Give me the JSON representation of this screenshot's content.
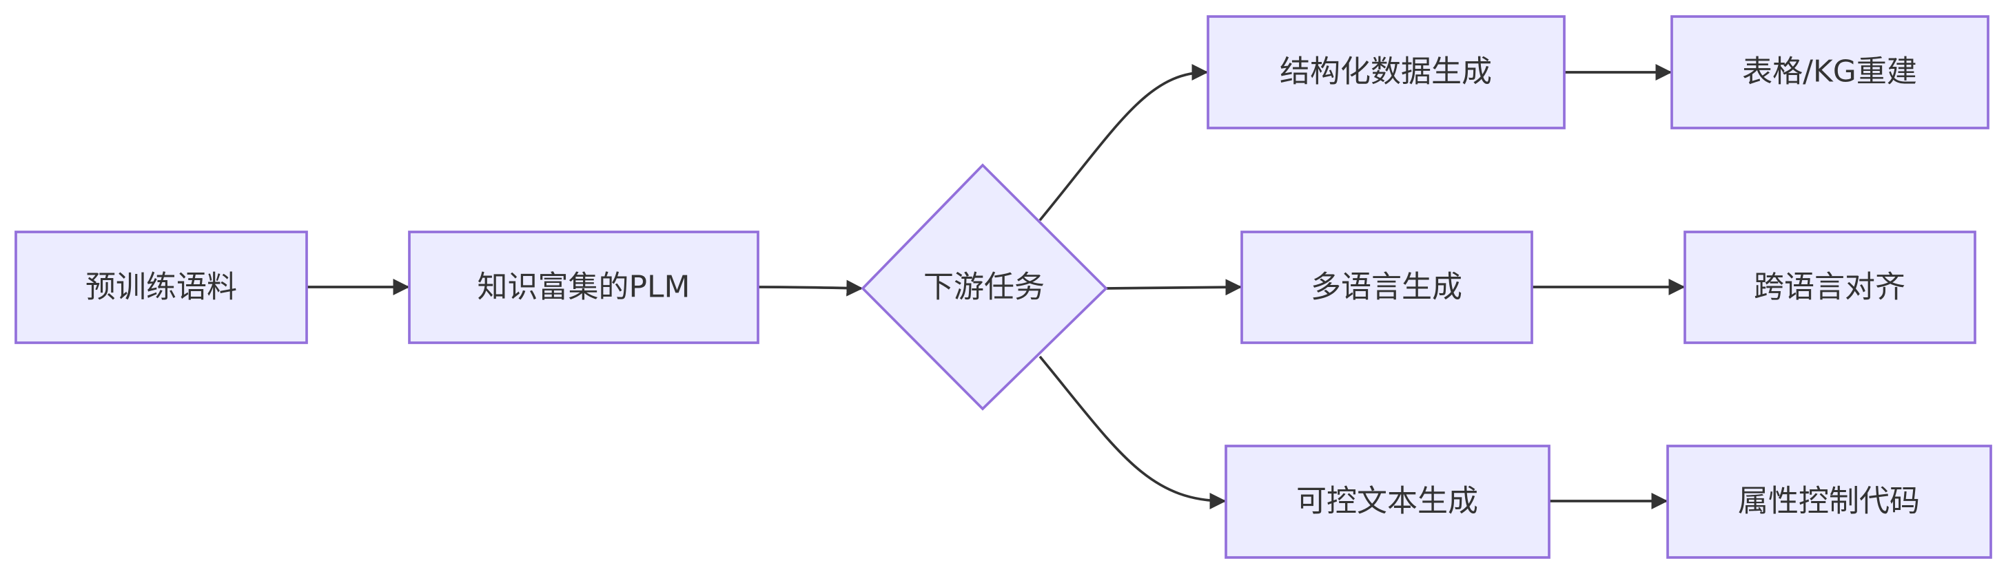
{
  "diagram": {
    "type": "flowchart",
    "direction": "left-to-right",
    "colors": {
      "node_fill": "#ECECFF",
      "node_border": "#9370DB",
      "edge": "#333333",
      "text": "#333333"
    },
    "nodes": {
      "corpus": {
        "label": "预训练语料",
        "shape": "rect"
      },
      "plm": {
        "label": "知识富集的PLM",
        "shape": "rect"
      },
      "downstream": {
        "label": "下游任务",
        "shape": "diamond"
      },
      "structured": {
        "label": "结构化数据生成",
        "shape": "rect"
      },
      "multilingual": {
        "label": "多语言生成",
        "shape": "rect"
      },
      "controllable": {
        "label": "可控文本生成",
        "shape": "rect"
      },
      "table_kg": {
        "label": "表格/KG重建",
        "shape": "rect"
      },
      "crosslingual": {
        "label": "跨语言对齐",
        "shape": "rect"
      },
      "attr_code": {
        "label": "属性控制代码",
        "shape": "rect"
      }
    },
    "edges": [
      {
        "from": "corpus",
        "to": "plm"
      },
      {
        "from": "plm",
        "to": "downstream"
      },
      {
        "from": "downstream",
        "to": "structured"
      },
      {
        "from": "downstream",
        "to": "multilingual"
      },
      {
        "from": "downstream",
        "to": "controllable"
      },
      {
        "from": "structured",
        "to": "table_kg"
      },
      {
        "from": "multilingual",
        "to": "crosslingual"
      },
      {
        "from": "controllable",
        "to": "attr_code"
      }
    ]
  }
}
